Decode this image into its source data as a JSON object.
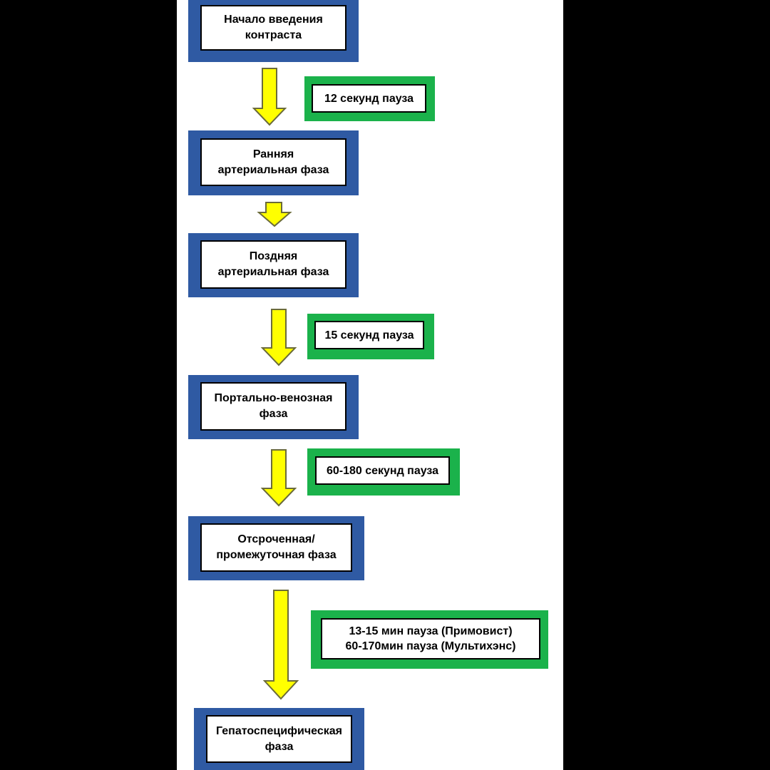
{
  "colors": {
    "frame": "#000000",
    "background": "#ffffff",
    "phase_border": "#2f5aa3",
    "pause_border": "#1bb24b",
    "arrow_fill": "#ffff00",
    "arrow_stroke": "#6b6b3a"
  },
  "flow": {
    "phases": [
      {
        "label": "Начало введения\nконтраста"
      },
      {
        "label": "Ранняя\nартериальная фаза"
      },
      {
        "label": "Поздняя\nартериальная фаза"
      },
      {
        "label": "Портально-венозная\nфаза"
      },
      {
        "label": "Отсроченная/\nпромежуточная фаза"
      },
      {
        "label": "Гепатоспецифическая\nфаза"
      }
    ],
    "pauses": [
      {
        "label": "12 секунд пауза"
      },
      {
        "label": "15 секунд пауза"
      },
      {
        "label": "60-180 секунд пауза"
      },
      {
        "label": "13-15 мин пауза (Примовист)\n60-170мин пауза (Мультихэнс)"
      }
    ]
  }
}
